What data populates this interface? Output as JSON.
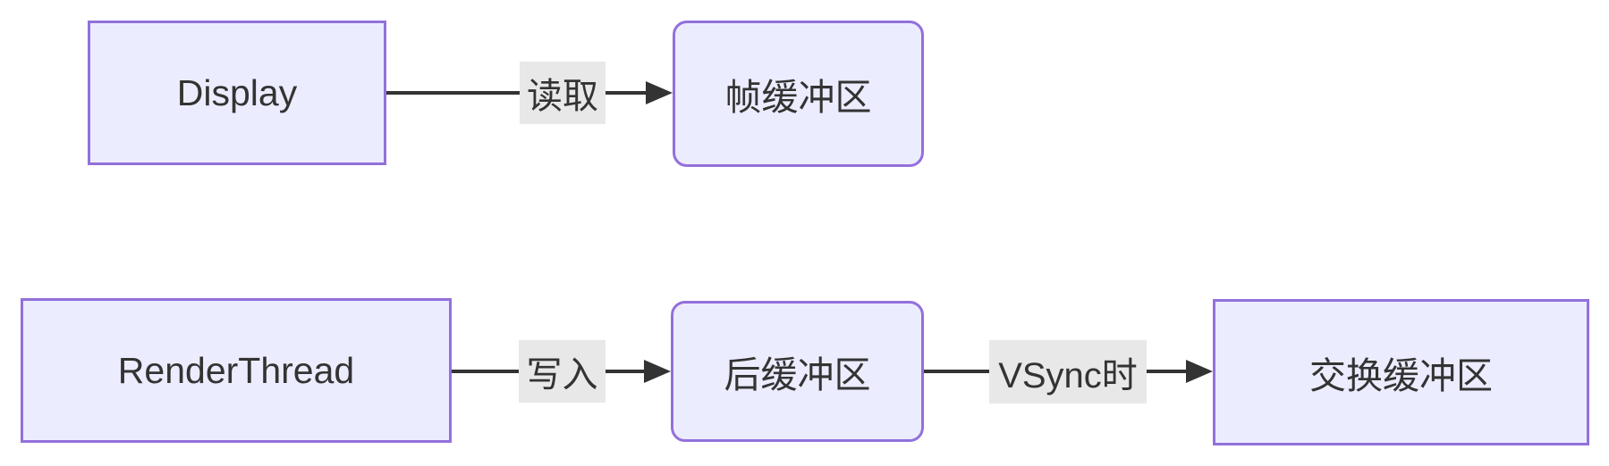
{
  "diagram": {
    "nodes": {
      "display": {
        "label": "Display"
      },
      "frame_buffer": {
        "label": "帧缓冲区"
      },
      "render_thread": {
        "label": "RenderThread"
      },
      "back_buffer": {
        "label": "后缓冲区"
      },
      "swap_buffer": {
        "label": "交换缓冲区"
      }
    },
    "edges": {
      "display_to_frame_buffer": {
        "label": "读取"
      },
      "render_thread_to_back_buffer": {
        "label": "写入"
      },
      "back_buffer_to_swap_buffer": {
        "label": "VSync时"
      }
    },
    "colors": {
      "background": "#ffffff",
      "node_fill": "#ECECFF",
      "node_border": "#9370DB",
      "edge_line": "#333333",
      "edge_label_bg": "#e8e8e8",
      "text": "#333333"
    }
  }
}
